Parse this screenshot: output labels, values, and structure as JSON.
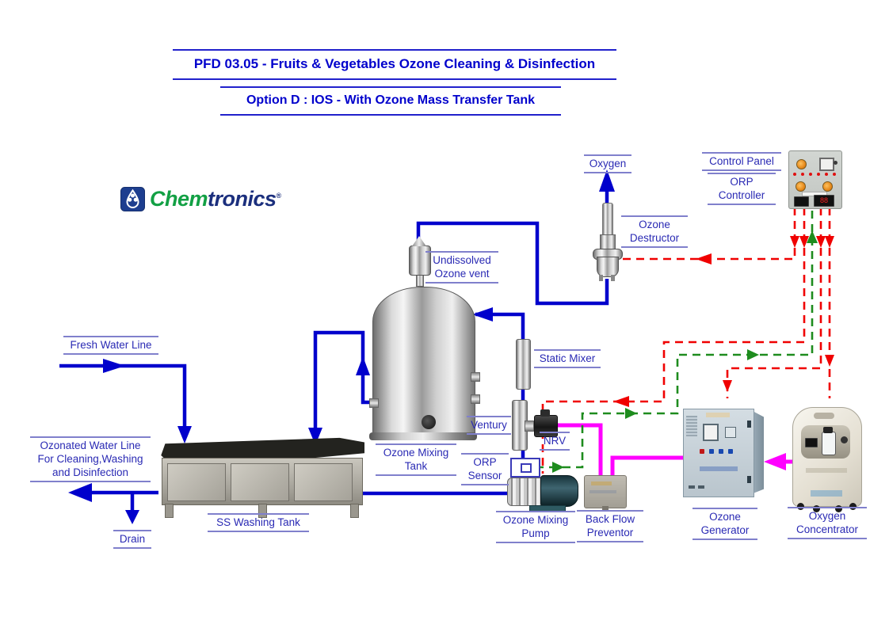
{
  "titles": {
    "main": "PFD 03.05 - Fruits & Vegetables Ozone Cleaning & Disinfection",
    "option": "Option D : IOS - With Ozone Mass Transfer Tank"
  },
  "logo": {
    "chem": "Chem",
    "tronics": "tronics",
    "reg": "®"
  },
  "labels": {
    "oxygen": "Oxygen",
    "control_panel": "Control Panel",
    "orp_controller": "ORP\nController",
    "ozone_destructor": "Ozone\nDestructor",
    "undissolved_ozone_vent": "Undissolved\nOzone vent",
    "fresh_water_line": "Fresh Water Line",
    "static_mixer": "Static Mixer",
    "ventury": "Ventury",
    "nrv": "NRV",
    "orp_sensor": "ORP\nSensor",
    "ozone_mixing_tank": "Ozone Mixing\nTank",
    "ozonated_water_line": "Ozonated Water Line\nFor Cleaning,Washing\nand Disinfection",
    "ss_washing_tank": "SS Washing Tank",
    "drain": "Drain",
    "ozone_mixing_pump": "Ozone Mixing\nPump",
    "back_flow_preventor": "Back Flow\nPreventor",
    "ozone_generator": "Ozone\nGenerator",
    "oxygen_concentrator": "Oxygen\nConcentrator"
  },
  "colors": {
    "water_line": "#0000cc",
    "ozone_gas_line": "#ff00ff",
    "control_signal_line": "#f00000",
    "sensor_signal_line": "#1e8c1e",
    "title_text": "#0000cc",
    "label_text": "#2a2ab4",
    "label_rule": "#8080cc",
    "logo_green": "#12a044",
    "logo_navy": "#1b2f7d"
  }
}
